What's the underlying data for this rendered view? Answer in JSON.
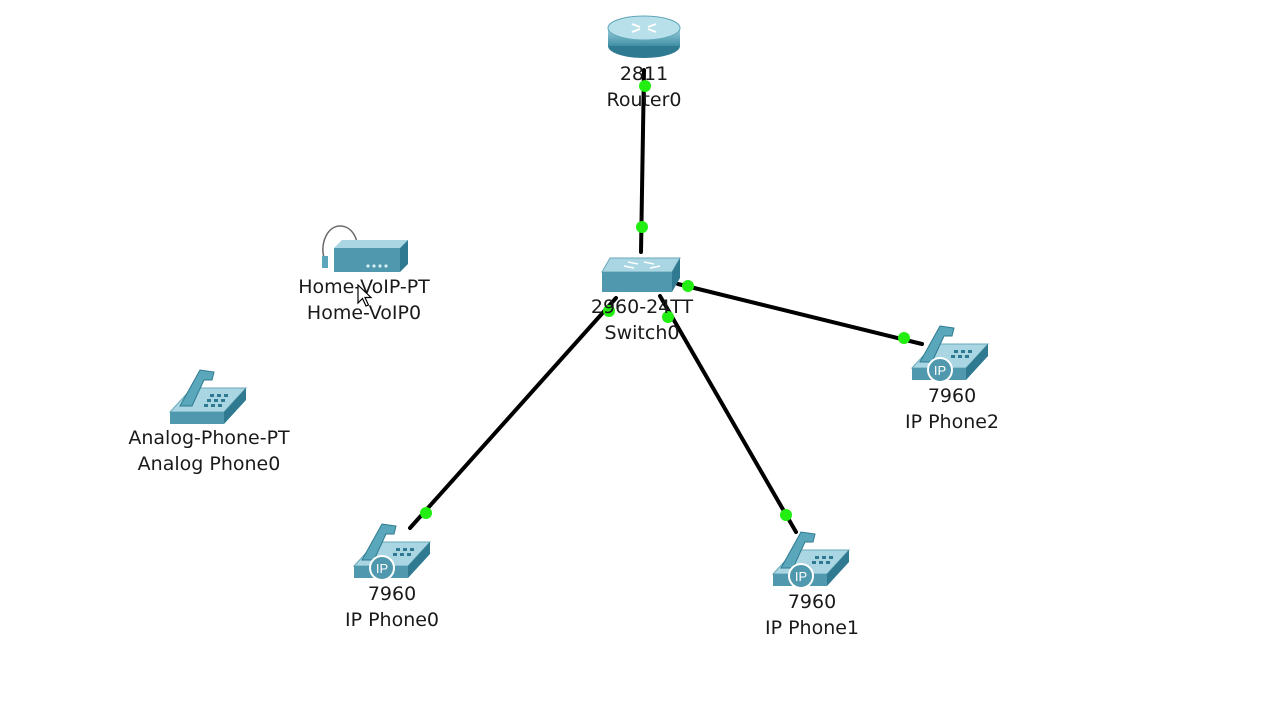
{
  "workspace": {
    "background": "#ffffff",
    "link_color": "#000000",
    "port_up_color": "#22ee11",
    "device_color": "#5aa7bb"
  },
  "devices": {
    "router0": {
      "model": "2811",
      "name": "Router0",
      "icon": "router-icon"
    },
    "switch0": {
      "model": "2960-24TT",
      "name": "Switch0",
      "icon": "switch-icon"
    },
    "home_voip0": {
      "model": "Home-VoIP-PT",
      "name": "Home-VoIP0",
      "icon": "home-voip-icon"
    },
    "analog_phone0": {
      "model": "Analog-Phone-PT",
      "name": "Analog Phone0",
      "icon": "analog-phone-icon"
    },
    "ip_phone0": {
      "model": "7960",
      "name": "IP Phone0",
      "icon": "ip-phone-icon",
      "badge": "IP"
    },
    "ip_phone1": {
      "model": "7960",
      "name": "IP Phone1",
      "icon": "ip-phone-icon",
      "badge": "IP"
    },
    "ip_phone2": {
      "model": "7960",
      "name": "IP Phone2",
      "icon": "ip-phone-icon",
      "badge": "IP"
    }
  },
  "links": [
    {
      "from": "switch0",
      "to": "router0",
      "status": "up"
    },
    {
      "from": "switch0",
      "to": "ip_phone0",
      "status": "up"
    },
    {
      "from": "switch0",
      "to": "ip_phone1",
      "status": "up"
    },
    {
      "from": "switch0",
      "to": "ip_phone2",
      "status": "up"
    }
  ]
}
